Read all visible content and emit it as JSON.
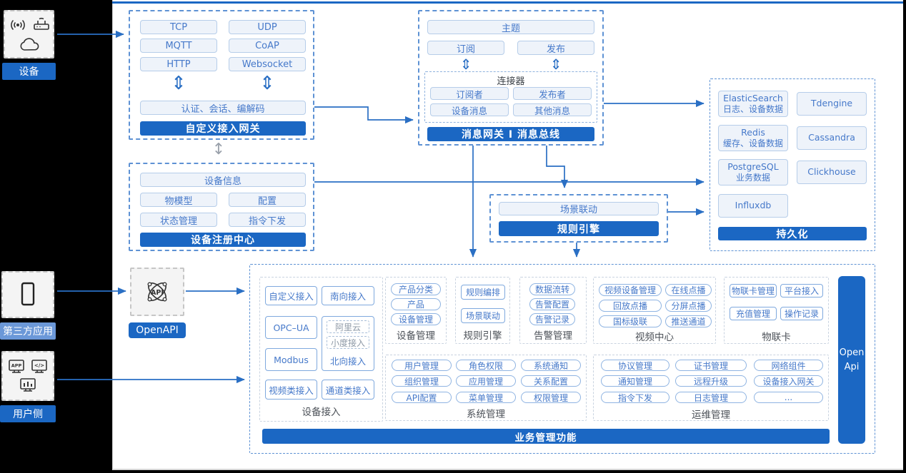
{
  "colors": {
    "accent": "#1b67c3",
    "accent_light": "#6b98d8",
    "line": "#2a6fc4"
  },
  "left_rail": {
    "device": {
      "label": "设备",
      "icons": [
        "wifi-signal-icon",
        "router-icon",
        "third-party-cloud-icon"
      ]
    },
    "third_party": {
      "label": "第三方应用",
      "icons": [
        "phone-icon"
      ]
    },
    "user_side": {
      "label": "用户侧",
      "icons": [
        "app-monitor-icon",
        "code-monitor-icon",
        "chart-monitor-icon"
      ]
    }
  },
  "gateway": {
    "protocols": [
      "TCP",
      "UDP",
      "MQTT",
      "CoAP",
      "HTTP",
      "Websocket"
    ],
    "session": "认证、会话、编解码",
    "title": "自定义接入网关"
  },
  "registry": {
    "info": "设备信息",
    "items": [
      "物模型",
      "配置",
      "状态管理",
      "指令下发"
    ],
    "title": "设备注册中心"
  },
  "message_bus": {
    "topic": "主题",
    "subscribe": "订阅",
    "publish": "发布",
    "connector": {
      "title": "连接器",
      "items": [
        "订阅者",
        "发布者",
        "设备消息",
        "其他消息"
      ]
    },
    "title": "消息网关 I 消息总线"
  },
  "persistence": {
    "stores": [
      {
        "name": "ElasticSearch",
        "desc": "日志、设备数据"
      },
      {
        "name": "Tdengine",
        "desc": ""
      },
      {
        "name": "Redis",
        "desc": "缓存、设备数据"
      },
      {
        "name": "Cassandra",
        "desc": ""
      },
      {
        "name": "PostgreSQL",
        "desc": "业务数据"
      },
      {
        "name": "Clickhouse",
        "desc": ""
      },
      {
        "name": "Influxdb",
        "desc": ""
      }
    ],
    "title": "持久化"
  },
  "rule_engine": {
    "item": "场景联动",
    "title": "规则引擎"
  },
  "openapi": {
    "label": "OpenAPI",
    "icon": "api-atom-icon"
  },
  "business": {
    "device_access": {
      "row1": [
        "自定义接入",
        "南向接入"
      ],
      "left_col": [
        "OPC–UA",
        "Modbus"
      ],
      "north": {
        "dashed": [
          "阿里云",
          "小度接入"
        ],
        "label": "北向接入"
      },
      "row4": [
        "视频类接入",
        "通道类接入"
      ],
      "label": "设备接入"
    },
    "device_mgmt": {
      "items": [
        "产品分类",
        "产品",
        "设备管理"
      ],
      "label": "设备管理"
    },
    "rule_sec": {
      "items": [
        "规则编排",
        "场景联动"
      ],
      "label": "规则引擎"
    },
    "alarm": {
      "items": [
        "数据流转",
        "告警配置",
        "告警记录"
      ],
      "label": "告警管理"
    },
    "video": {
      "items": [
        "视频设备管理",
        "在线点播",
        "回放点播",
        "分屏点播",
        "国标级联",
        "推送通道"
      ],
      "label": "视频中心"
    },
    "iot_card": {
      "items": [
        "物联卡管理",
        "平台接入",
        "充值管理",
        "操作记录"
      ],
      "label": "物联卡"
    },
    "system": {
      "items": [
        "用户管理",
        "角色权限",
        "系统通知",
        "组织管理",
        "应用管理",
        "关系配置",
        "API配置",
        "菜单管理",
        "权限管理"
      ],
      "label": "系统管理"
    },
    "ops": {
      "items": [
        "协议管理",
        "证书管理",
        "网络组件",
        "通知管理",
        "远程升级",
        "设备接入网关",
        "指令下发",
        "日志管理",
        "..."
      ],
      "label": "运维管理"
    },
    "footer": "业务管理功能",
    "open_api": "Open Api"
  }
}
